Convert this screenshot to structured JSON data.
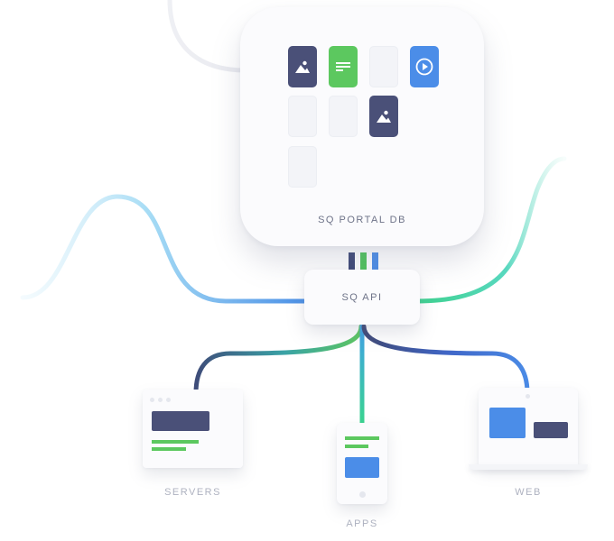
{
  "database": {
    "label": "SQ PORTAL DB",
    "tiles": [
      {
        "kind": "image",
        "color": "#4a5078",
        "icon": "image-icon"
      },
      {
        "kind": "document",
        "color": "#5cc85f",
        "icon": "document-lines-icon"
      },
      {
        "kind": "empty"
      },
      {
        "kind": "video",
        "color": "#4b8de8",
        "icon": "play-icon"
      },
      {
        "kind": "empty"
      },
      {
        "kind": "empty"
      },
      {
        "kind": "image",
        "color": "#4a5078",
        "icon": "image-icon"
      },
      {
        "kind": "empty"
      }
    ]
  },
  "api": {
    "label": "SQ API"
  },
  "clients": {
    "servers": {
      "label": "SERVERS"
    },
    "apps": {
      "label": "APPS"
    },
    "web": {
      "label": "WEB"
    }
  },
  "colors": {
    "navy": "#4a5078",
    "green": "#5cc85f",
    "blue": "#4b8de8",
    "teal": "#3fd6a9",
    "light_blue": "#8fd3f0"
  }
}
